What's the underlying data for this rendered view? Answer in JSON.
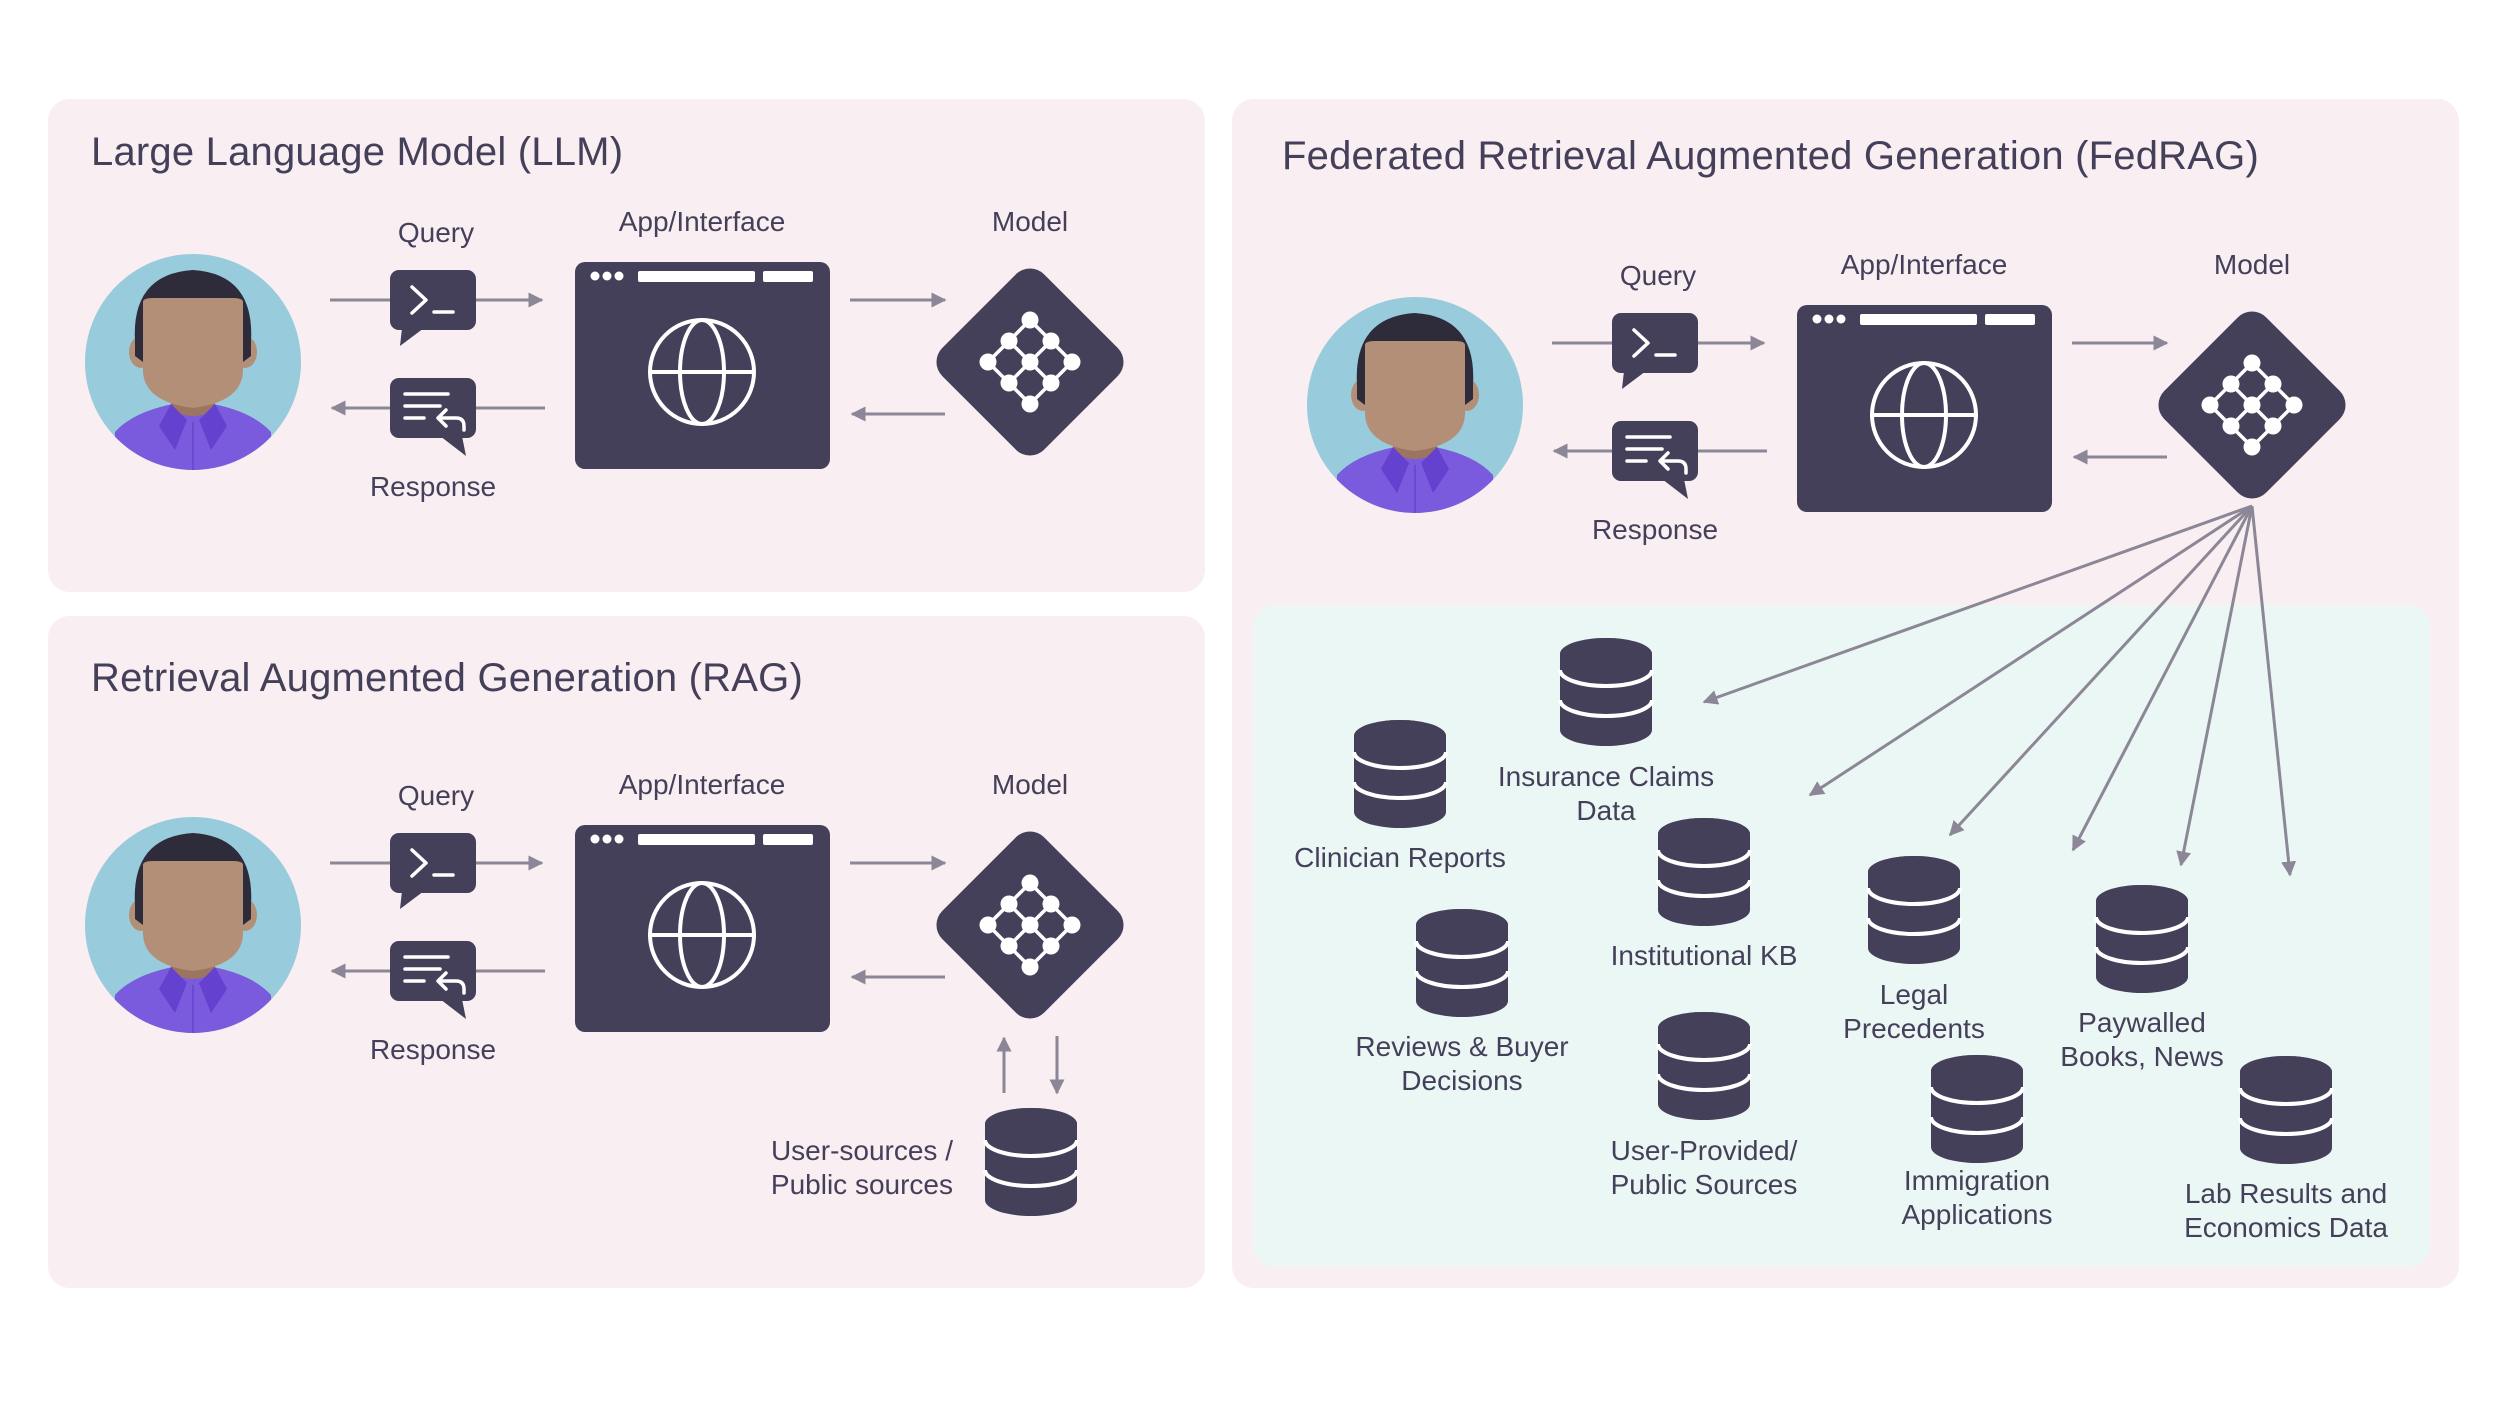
{
  "colors": {
    "panel_bg": "#f9eef1",
    "datazone_bg": "#ebf7f4",
    "icon_dark": "#45405a",
    "arrow": "#8b8796",
    "avatar_bg": "#98cbdb",
    "skin": "#b48f78",
    "hair": "#2e2b3a",
    "shirt": "#7a5add"
  },
  "panels": {
    "llm": {
      "title": "Large Language Model (LLM)",
      "query_label": "Query",
      "response_label": "Response",
      "app_label": "App/Interface",
      "model_label": "Model"
    },
    "rag": {
      "title": "Retrieval Augmented Generation (RAG)",
      "query_label": "Query",
      "response_label": "Response",
      "app_label": "App/Interface",
      "model_label": "Model",
      "source_label": "User-sources /\nPublic sources",
      "source_label_line1": "User-sources /",
      "source_label_line2": "Public sources"
    },
    "fedrag": {
      "title": "Federated Retrieval Augmented Generation (FedRAG)",
      "query_label": "Query",
      "response_label": "Response",
      "app_label": "App/Interface",
      "model_label": "Model",
      "data_sources": [
        {
          "label": "Insurance Claims\nData"
        },
        {
          "label": "Clinician Reports"
        },
        {
          "label": "Institutional KB"
        },
        {
          "label": "Reviews & Buyer\nDecisions"
        },
        {
          "label": "User-Provided/\nPublic Sources"
        },
        {
          "label": "Legal\nPrecedents"
        },
        {
          "label": "Immigration\nApplications"
        },
        {
          "label": "Paywalled\nBooks, News"
        },
        {
          "label": "Lab Results and\nEconomics Data"
        }
      ]
    }
  },
  "icons": {
    "user": "user-avatar-icon",
    "query": "terminal-chat-icon",
    "response": "reply-chat-icon",
    "app": "browser-globe-icon",
    "model": "neural-network-icon",
    "database": "database-icon"
  }
}
